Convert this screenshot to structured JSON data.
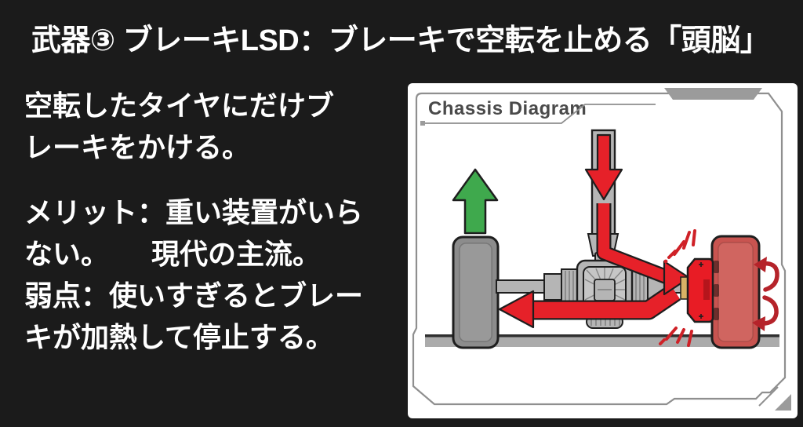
{
  "theme": {
    "colors": {
      "bg": "#1b1b1b",
      "text": "#ffffff",
      "panel": "#ffffff",
      "frame_gray": "#8f8f8f",
      "bar_gray": "#9b9b9b",
      "label_text": "#4a4a4a",
      "machinery_gray": "#b5b5b5",
      "machinery_light": "#c6c6c6",
      "outline_dark": "#1e1e1e",
      "ground_gray": "#ababab",
      "ground_dark": "#2f2f2f",
      "power_red": "#e62129",
      "caliper_red": "#e81c25",
      "wheel_red": "#c85450",
      "wheel_red_light": "#d06560",
      "wheel_gray": "#8c8c8c",
      "wheel_gray_light": "#999999",
      "spark_red": "#cf2127",
      "rotation_red": "#b5232a",
      "grip_green": "#3fa94d",
      "pad_tan": "#d8b266"
    }
  },
  "header": {
    "title": "武器③ ブレーキLSD：ブレーキで空転を止める「頭脳」"
  },
  "body": {
    "description_lines": [
      "空転したタイヤにだけブ",
      "レーキをかける。"
    ],
    "merit_weakness_lines": [
      "メリット：重い装置がいら",
      "ない。　　現代の主流。",
      "弱点：使いすぎるとブレー",
      "キが加熱して停止する。"
    ]
  },
  "diagram": {
    "label": "Chassis Diagram"
  }
}
